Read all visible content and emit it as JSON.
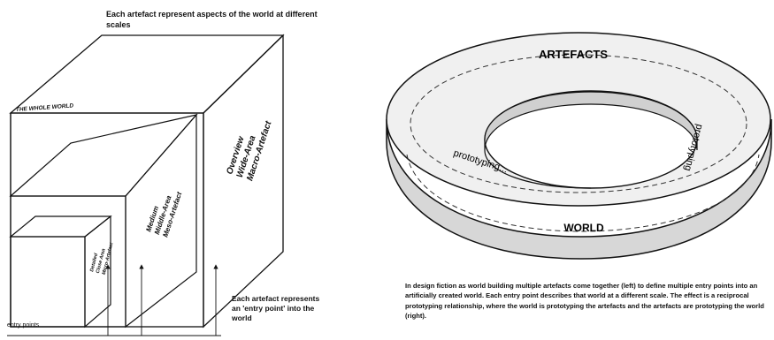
{
  "left_diagram": {
    "top_note": "Each artefact represent aspects of the world at different scales",
    "whole_world": "THE WHOLE WORLD",
    "large_box_lines": [
      "Overview",
      "Wide-Area",
      "Macro-Artefact"
    ],
    "medium_box_lines": [
      "Medium",
      "Middle-Area",
      "Meso-Artefact"
    ],
    "small_box_lines": [
      "Detailed",
      "Close Area",
      "Micro-Artefact"
    ],
    "right_note": "Each artefact represents an 'entry point' into the world",
    "entry_points": "entry points"
  },
  "right_diagram": {
    "artefacts_label": "ARTEFACTS",
    "world_label": "WORLD",
    "prototyping_left": "prototyping...",
    "prototyping_right": "prototyping"
  },
  "caption": "In design fiction as world building multiple artefacts come together (left) to define multiple entry points into an artificially created world. Each entry point describes that world at a different scale. The effect is a reciprocal prototyping relationship, where the world is prototyping the artefacts and the artefacts are prototyping the world (right)."
}
